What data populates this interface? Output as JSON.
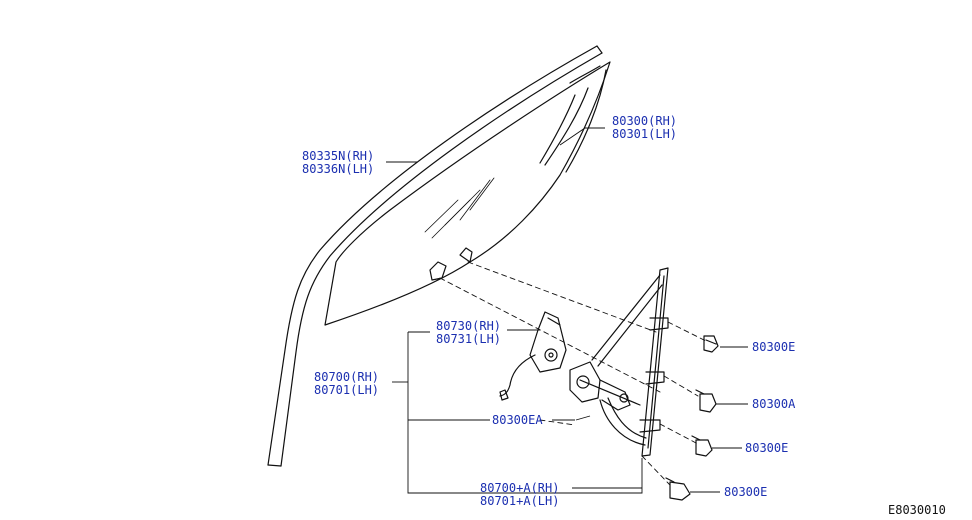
{
  "diagram_code": "E8030010",
  "colors": {
    "callout": "#1b2fb0",
    "linework": "#111111",
    "background": "#ffffff"
  },
  "callouts": {
    "glass_run": {
      "rh": "80335N(RH)",
      "lh": "80336N(LH)"
    },
    "door_glass": {
      "rh": "80300(RH)",
      "lh": "80301(LH)"
    },
    "motor": {
      "rh": "80730(RH)",
      "lh": "80731(LH)"
    },
    "regulator": {
      "rh": "80700(RH)",
      "lh": "80701(LH)"
    },
    "regulator_asm": {
      "rh": "80700+A(RH)",
      "lh": "80701+A(LH)"
    },
    "bolt_ea": "80300EA",
    "bolt_e1": "80300E",
    "bolt_a": "80300A",
    "bolt_e2": "80300E",
    "bolt_e3": "80300E"
  }
}
